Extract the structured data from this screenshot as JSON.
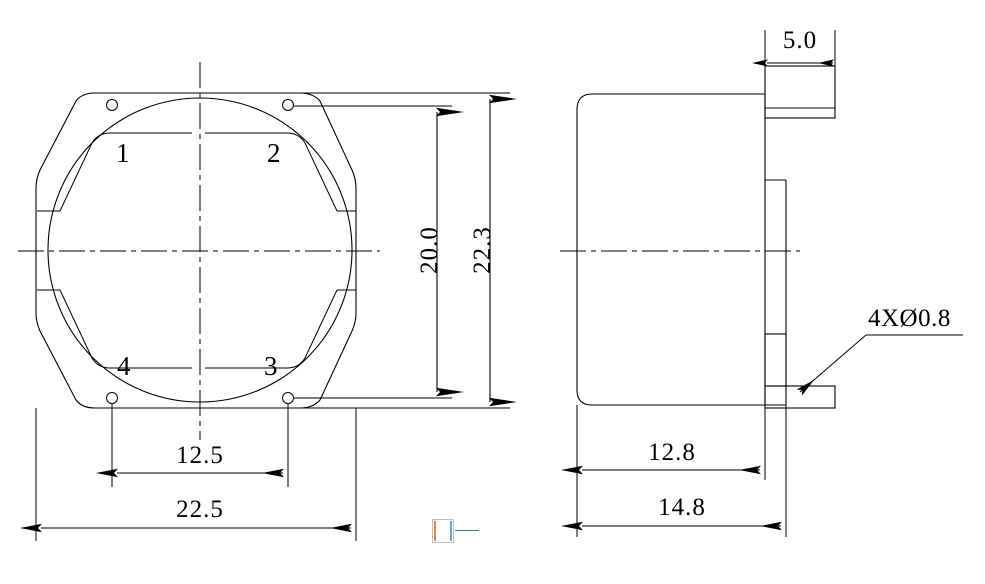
{
  "document": {
    "type": "engineering-drawing",
    "title": "Mechanical Part Outline Drawing",
    "views": [
      "front-view",
      "side-view"
    ]
  },
  "front_view": {
    "name": "front-view",
    "balloons": [
      {
        "id": "1",
        "label": "1",
        "position": "upper-left"
      },
      {
        "id": "2",
        "label": "2",
        "position": "upper-right"
      },
      {
        "id": "3",
        "label": "3",
        "position": "lower-right"
      },
      {
        "id": "4",
        "label": "4",
        "position": "lower-left"
      }
    ],
    "dimensions": {
      "height_inner": "20.0",
      "height_outer": "22.3",
      "width_hole_spacing": "12.5",
      "width_overall": "22.5"
    }
  },
  "side_view": {
    "name": "side-view",
    "dimensions": {
      "tab_width": "5.0",
      "body_depth": "12.8",
      "overall_depth": "14.8"
    },
    "callout": "4XØ0.8"
  },
  "colors": {
    "line": "#000000",
    "background": "#ffffff",
    "watermark_left": "#d8903c",
    "watermark_right": "#6f9fd8",
    "watermark_border": "#c0c0c0"
  }
}
